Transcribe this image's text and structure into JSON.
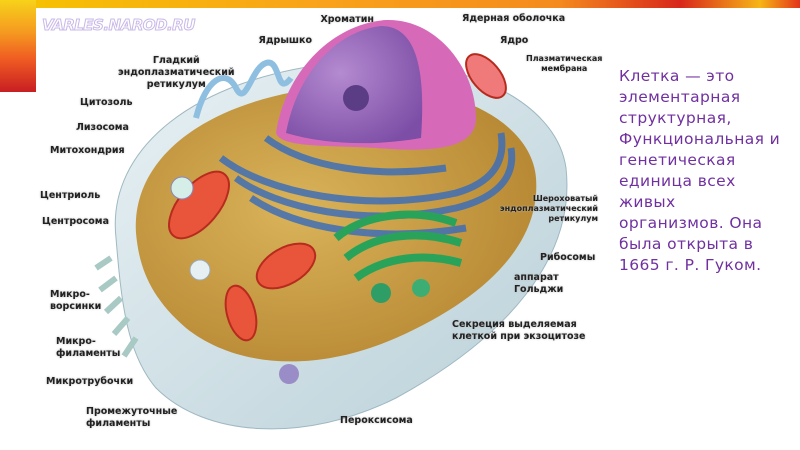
{
  "watermark": "VARLES.NAROD.RU",
  "labels": {
    "chromatin": "Хроматин",
    "nucleolus": "Ядрышко",
    "nuclear_envelope": "Ядерная оболочка",
    "nucleus": "Ядро",
    "plasma_membrane": [
      "Плазматическая",
      "мембрана"
    ],
    "smooth_er": [
      "Гладкий",
      "эндоплазматический",
      "ретикулум"
    ],
    "cytosol": "Цитозоль",
    "lysosome": "Лизосома",
    "mitochondrion": "Митохондрия",
    "centriole": "Центриоль",
    "centrosome": "Центросома",
    "microvilli": [
      "Микро-",
      "ворсинки"
    ],
    "microfilaments": [
      "Микро-",
      "филаменты"
    ],
    "microtubules": "Микротрубочки",
    "intermediate_filaments": [
      "Промежуточные",
      "филаменты"
    ],
    "peroxisome": "Пероксисома",
    "rough_er": [
      "Шероховатый",
      "эндоплазматический",
      "ретикулум"
    ],
    "ribosomes": "Рибосомы",
    "golgi": [
      "аппарат",
      "Гольджи"
    ],
    "secretion": [
      "Секреция выделяемая",
      "клеткой при экзоцитозе"
    ]
  },
  "description": {
    "lines": [
      "Клетка — это",
      "элементарная",
      "структурная,",
      "Функциональная и",
      "генетическая",
      "единица всех",
      "живых",
      "организмов. Она",
      "была открыта в",
      "1665 г. Р. Гуком."
    ]
  },
  "colors": {
    "text_accent": "#7030a0"
  }
}
